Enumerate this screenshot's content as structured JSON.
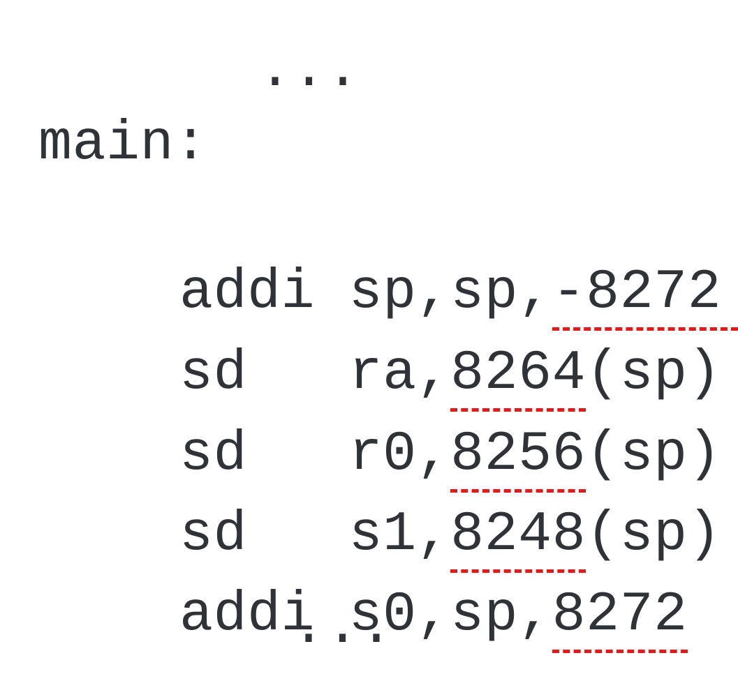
{
  "top_ellipsis": "...",
  "label": "main:",
  "lines": [
    {
      "mnemonic": "addi",
      "pad": " ",
      "pre": "sp,sp,",
      "imm": "-8272",
      "post": ""
    },
    {
      "mnemonic": "sd",
      "pad": "   ",
      "pre": "ra,",
      "imm": "8264",
      "post": "(sp)"
    },
    {
      "mnemonic": "sd",
      "pad": "   ",
      "pre": "r0,",
      "imm": "8256",
      "post": "(sp)"
    },
    {
      "mnemonic": "sd",
      "pad": "   ",
      "pre": "s1,",
      "imm": "8248",
      "post": "(sp)"
    },
    {
      "mnemonic": "addi",
      "pad": " ",
      "pre": "s0,sp,",
      "imm": "8272",
      "post": ""
    }
  ],
  "bottom_ellipsis": "...",
  "colors": {
    "text": "#2f3338",
    "highlight": "#e21a1a"
  }
}
